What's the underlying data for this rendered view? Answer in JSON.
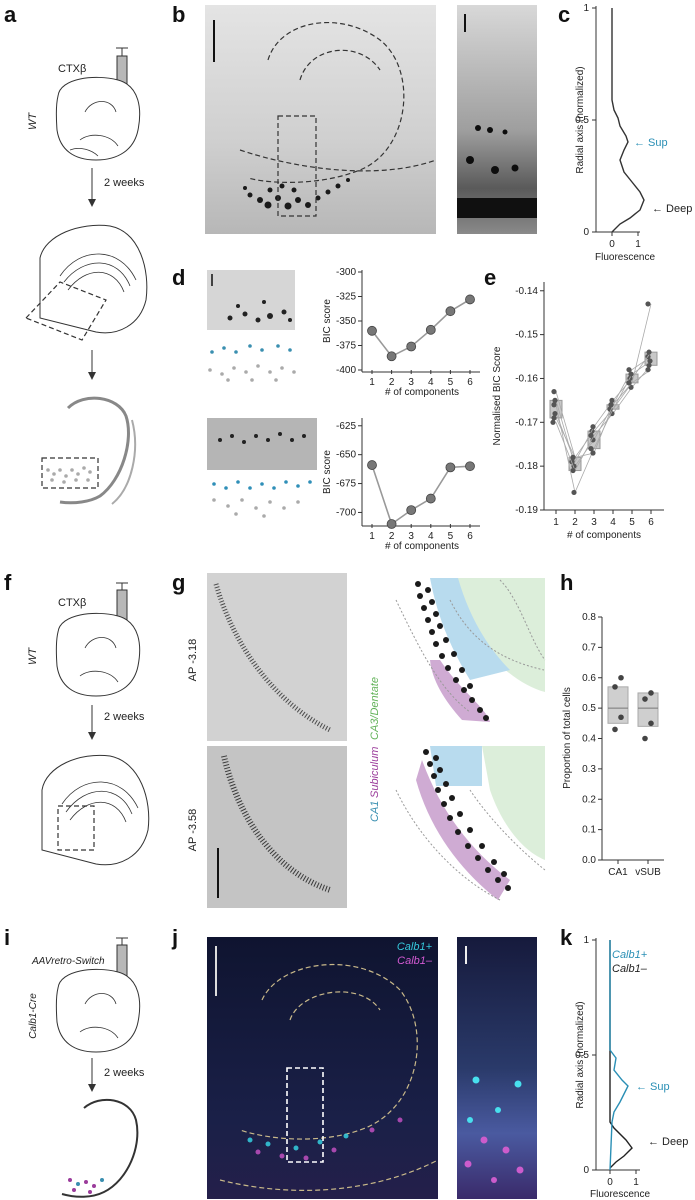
{
  "panel_labels": {
    "a": "a",
    "b": "b",
    "c": "c",
    "d": "d",
    "e": "e",
    "f": "f",
    "g": "g",
    "h": "h",
    "i": "i",
    "j": "j",
    "k": "k"
  },
  "schematics": {
    "ctx_label": "CTXβ",
    "wt_label": "WT",
    "weeks_label": "2 weeks",
    "aav_label": "AAVretro-Switch",
    "calb_cre_label": "Calb1-Cre"
  },
  "panel_c": {
    "ylabel": "Radial axis (normalized)",
    "xlabel": "Fluorescence",
    "yticks": [
      "0",
      "0.5",
      "1"
    ],
    "xticks": [
      "0",
      "1"
    ],
    "sup_label": "← Sup",
    "deep_label": "← Deep",
    "sup_color": "#2a8fb5"
  },
  "panel_d": {
    "ylabel": "BIC score",
    "xlabel": "# of components",
    "xticks": [
      "1",
      "2",
      "3",
      "4",
      "5",
      "6"
    ],
    "top_yticks": [
      "-300",
      "-325",
      "-350",
      "-375",
      "-400"
    ],
    "bottom_yticks": [
      "-625",
      "-650",
      "-675",
      "-700"
    ]
  },
  "panel_e": {
    "ylabel": "Normalised BIC Score",
    "xlabel": "# of components",
    "yticks": [
      "-0.14",
      "-0.15",
      "-0.16",
      "-0.17",
      "-0.18",
      "-0.19"
    ],
    "xticks": [
      "1",
      "2",
      "3",
      "4",
      "5",
      "6"
    ]
  },
  "panel_g": {
    "ap_top": "AP -3.18",
    "ap_bottom": "AP -3.58",
    "legend_ca1": "CA1",
    "legend_sub": "Subiculum",
    "legend_ca3": "CA3/Dentate",
    "ca1_color": "#3a8fb0",
    "sub_color": "#9b3c9b",
    "ca3_color": "#63b35a"
  },
  "panel_h": {
    "ylabel": "Proportion of total cells",
    "yticks": [
      "0.8",
      "0.7",
      "0.6",
      "0.5",
      "0.4",
      "0.3",
      "0.2",
      "0.1",
      "0.0"
    ],
    "categories": [
      "CA1",
      "vSUB"
    ]
  },
  "panel_j": {
    "calb_pos": "Calb1+",
    "calb_neg": "Calb1–"
  },
  "panel_k": {
    "legend_pos": "Calb1+",
    "legend_neg": "Calb1–",
    "ylabel": "Radial axis (normalized)",
    "xlabel": "Fluorescence",
    "yticks": [
      "0",
      "0.5",
      "1"
    ],
    "xticks": [
      "0",
      "1"
    ],
    "sup_label": "← Sup",
    "deep_label": "← Deep"
  },
  "chart_data": [
    {
      "type": "line",
      "panel": "d-top",
      "xlabel": "# of components",
      "ylabel": "BIC score",
      "x": [
        1,
        2,
        3,
        4,
        5,
        6
      ],
      "values": [
        -360,
        -386,
        -376,
        -359,
        -340,
        -328
      ],
      "ylim": [
        -400,
        -300
      ]
    },
    {
      "type": "line",
      "panel": "d-bottom",
      "xlabel": "# of components",
      "ylabel": "BIC score",
      "x": [
        1,
        2,
        3,
        4,
        5,
        6
      ],
      "values": [
        -659,
        -710,
        -698,
        -688,
        -661,
        -660
      ],
      "ylim": [
        -710,
        -620
      ]
    },
    {
      "type": "scatter",
      "panel": "e",
      "xlabel": "# of components",
      "ylabel": "Normalised BIC Score",
      "ylim": [
        -0.19,
        -0.138
      ],
      "series": [
        {
          "values": [
            -0.163,
            -0.178,
            -0.172,
            -0.167,
            -0.161,
            -0.143
          ]
        },
        {
          "values": [
            -0.165,
            -0.18,
            -0.174,
            -0.166,
            -0.158,
            -0.155
          ]
        },
        {
          "values": [
            -0.168,
            -0.179,
            -0.171,
            -0.165,
            -0.16,
            -0.154
          ]
        },
        {
          "values": [
            -0.17,
            -0.181,
            -0.173,
            -0.168,
            -0.162,
            -0.157
          ]
        },
        {
          "values": [
            -0.166,
            -0.186,
            -0.176,
            -0.167,
            -0.159,
            -0.156
          ]
        },
        {
          "values": [
            -0.169,
            -0.178,
            -0.177,
            -0.166,
            -0.161,
            -0.158
          ]
        }
      ]
    },
    {
      "type": "scatter",
      "panel": "h",
      "ylabel": "Proportion of total cells",
      "categories": [
        "CA1",
        "vSUB"
      ],
      "ylim": [
        0.0,
        0.8
      ],
      "series": [
        {
          "name": "CA1",
          "values": [
            0.6,
            0.57,
            0.47,
            0.43
          ]
        },
        {
          "name": "vSUB",
          "values": [
            0.55,
            0.53,
            0.45,
            0.4
          ]
        }
      ],
      "box": {
        "CA1": {
          "q1": 0.45,
          "median": 0.5,
          "q3": 0.57
        },
        "vSUB": {
          "q1": 0.44,
          "median": 0.5,
          "q3": 0.55
        }
      }
    }
  ]
}
